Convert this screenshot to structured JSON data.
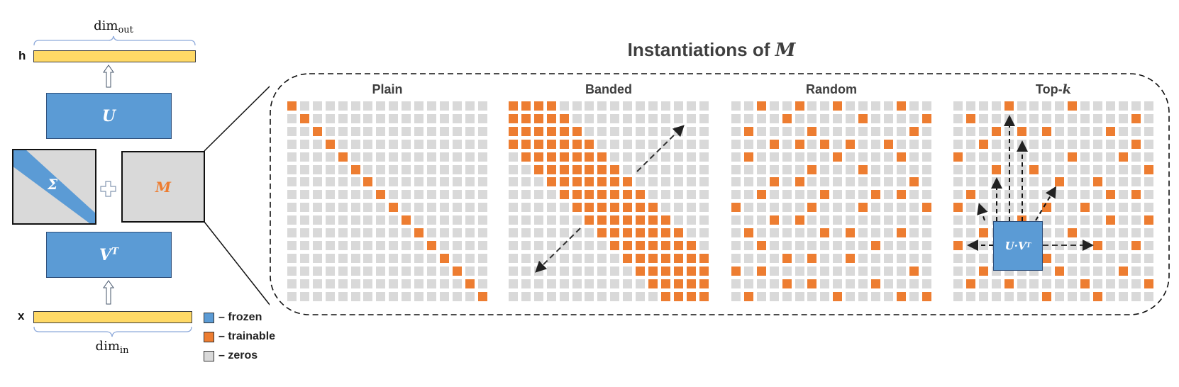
{
  "left_diagram": {
    "output_vector": {
      "label": "h",
      "dim_label_main": "dim",
      "dim_label_sub": "out"
    },
    "input_vector": {
      "label": "x",
      "dim_label_main": "dim",
      "dim_label_sub": "in"
    },
    "U_box": {
      "label": "U",
      "state": "frozen"
    },
    "Sigma_box": {
      "label": "Σ",
      "state": "frozen-diagonal"
    },
    "plus_symbol": "plus-icon",
    "M_box": {
      "label": "M",
      "state": "zeros"
    },
    "VT_box": {
      "label_main": "V",
      "label_sup": "T",
      "state": "frozen"
    }
  },
  "legend": {
    "items": [
      {
        "label": "– frozen",
        "color": "#5b9bd5"
      },
      {
        "label": "– trainable",
        "color": "#ed7d31"
      },
      {
        "label": "– zeros",
        "color": "#d9d9d9"
      }
    ]
  },
  "instantiations": {
    "title_prefix": "Instantiations of ",
    "title_var": "M",
    "panels": [
      {
        "name": "Plain",
        "title": "Plain"
      },
      {
        "name": "Banded",
        "title": "Banded"
      },
      {
        "name": "Random",
        "title": "Random"
      },
      {
        "name": "Top-k",
        "title_prefix": "Top-",
        "title_var": "k"
      }
    ],
    "topk_box": {
      "label_main": "U·V",
      "label_sup": "T"
    }
  },
  "colors": {
    "frozen": "#5b9bd5",
    "trainable": "#ed7d31",
    "zeros": "#d9d9d9",
    "vector": "#ffd966"
  },
  "chart_data": {
    "type": "heatmap",
    "title": "Instantiations of M",
    "grid_size": [
      16,
      16
    ],
    "encoding": "lists of trainable (orange) column indices per row; all other cells are zeros (gray)",
    "panels": [
      {
        "name": "Plain",
        "trainable": [
          [
            0
          ],
          [
            1
          ],
          [
            2
          ],
          [
            3
          ],
          [
            4
          ],
          [
            5
          ],
          [
            6
          ],
          [
            7
          ],
          [
            8
          ],
          [
            9
          ],
          [
            10
          ],
          [
            11
          ],
          [
            12
          ],
          [
            13
          ],
          [
            14
          ],
          [
            15
          ]
        ]
      },
      {
        "name": "Banded",
        "trainable": [
          [
            0,
            1,
            2,
            3
          ],
          [
            0,
            1,
            2,
            3,
            4
          ],
          [
            0,
            1,
            2,
            3,
            4,
            5
          ],
          [
            0,
            1,
            2,
            3,
            4,
            5,
            6
          ],
          [
            1,
            2,
            3,
            4,
            5,
            6,
            7
          ],
          [
            2,
            3,
            4,
            5,
            6,
            7,
            8
          ],
          [
            3,
            4,
            5,
            6,
            7,
            8,
            9
          ],
          [
            4,
            5,
            6,
            7,
            8,
            9,
            10
          ],
          [
            5,
            6,
            7,
            8,
            9,
            10,
            11
          ],
          [
            6,
            7,
            8,
            9,
            10,
            11,
            12
          ],
          [
            7,
            8,
            9,
            10,
            11,
            12,
            13
          ],
          [
            8,
            9,
            10,
            11,
            12,
            13,
            14
          ],
          [
            9,
            10,
            11,
            12,
            13,
            14,
            15
          ],
          [
            10,
            11,
            12,
            13,
            14,
            15
          ],
          [
            11,
            12,
            13,
            14,
            15
          ],
          [
            12,
            13,
            14,
            15
          ]
        ]
      },
      {
        "name": "Random",
        "trainable": [
          [
            2,
            5,
            8,
            13
          ],
          [
            4,
            10,
            15
          ],
          [
            1,
            6,
            14
          ],
          [
            3,
            5,
            7,
            9,
            12
          ],
          [
            1,
            8,
            13
          ],
          [
            6,
            10
          ],
          [
            3,
            5,
            14
          ],
          [
            2,
            7,
            11,
            13
          ],
          [
            0,
            6,
            10,
            15
          ],
          [
            3,
            5
          ],
          [
            1,
            7,
            9,
            13
          ],
          [
            2,
            11
          ],
          [
            4,
            6,
            9
          ],
          [
            0,
            2,
            14
          ],
          [
            4,
            6,
            11
          ],
          [
            1,
            8,
            13,
            15
          ]
        ]
      },
      {
        "name": "Top-k",
        "trainable": [
          [
            4,
            9
          ],
          [
            1,
            14
          ],
          [
            3,
            5,
            7,
            12
          ],
          [
            2,
            14
          ],
          [
            0,
            9,
            13
          ],
          [
            3,
            6,
            15
          ],
          [
            8,
            11
          ],
          [
            1,
            12,
            14
          ],
          [
            0,
            7,
            10
          ],
          [
            5,
            12,
            15
          ],
          [
            2,
            9
          ],
          [
            0,
            6,
            11,
            14
          ],
          [
            7
          ],
          [
            2,
            8,
            13
          ],
          [
            1,
            4,
            10,
            15
          ],
          [
            7,
            11
          ]
        ]
      }
    ]
  }
}
